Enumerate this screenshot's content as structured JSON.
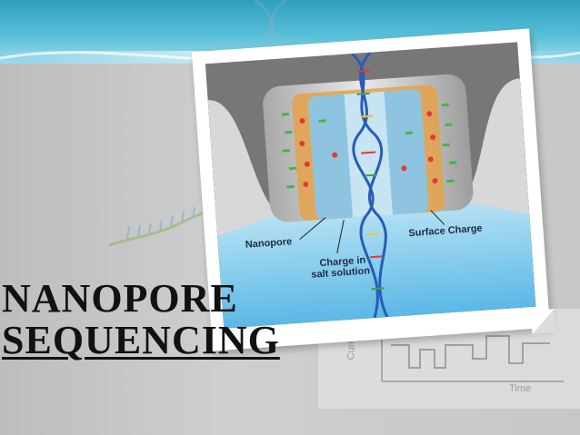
{
  "slide": {
    "title_line1": "NANOPORE",
    "title_line2": "SEQUENCING"
  },
  "figure": {
    "label_nanopore": "Nanopore",
    "label_charge_line1": "Charge in",
    "label_charge_line2": "salt solution",
    "label_surface": "Surface Charge"
  },
  "background_chart": {
    "y_label": "Current",
    "x_label": "Time"
  },
  "colors": {
    "band": "#2e9fc0",
    "background": "#c8c8c8",
    "dna_blue": "#2a5bb8",
    "pore_orange": "#e09a3a",
    "solution_blue": "#8fd4ef"
  }
}
